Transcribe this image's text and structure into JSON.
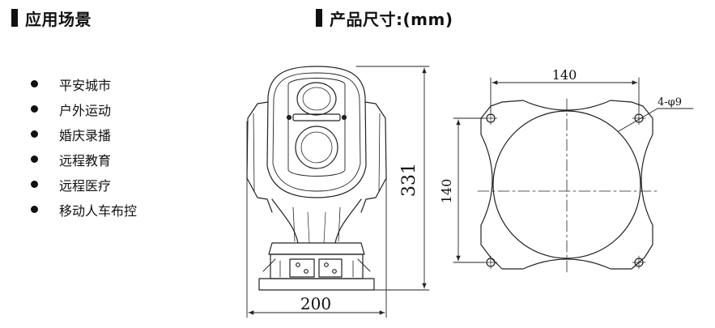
{
  "sections": {
    "applications": {
      "title": "应用场景"
    },
    "dimensions": {
      "title": "产品尺寸:(mm)"
    }
  },
  "applications": [
    "平安城市",
    "户外运动",
    "婚庆录播",
    "远程教育",
    "远程医疗",
    "移动人车布控"
  ],
  "front_view": {
    "height_label": "331",
    "width_label": "200"
  },
  "base_view": {
    "width_label": "140",
    "height_label": "140",
    "hole_label": "4-φ9"
  }
}
